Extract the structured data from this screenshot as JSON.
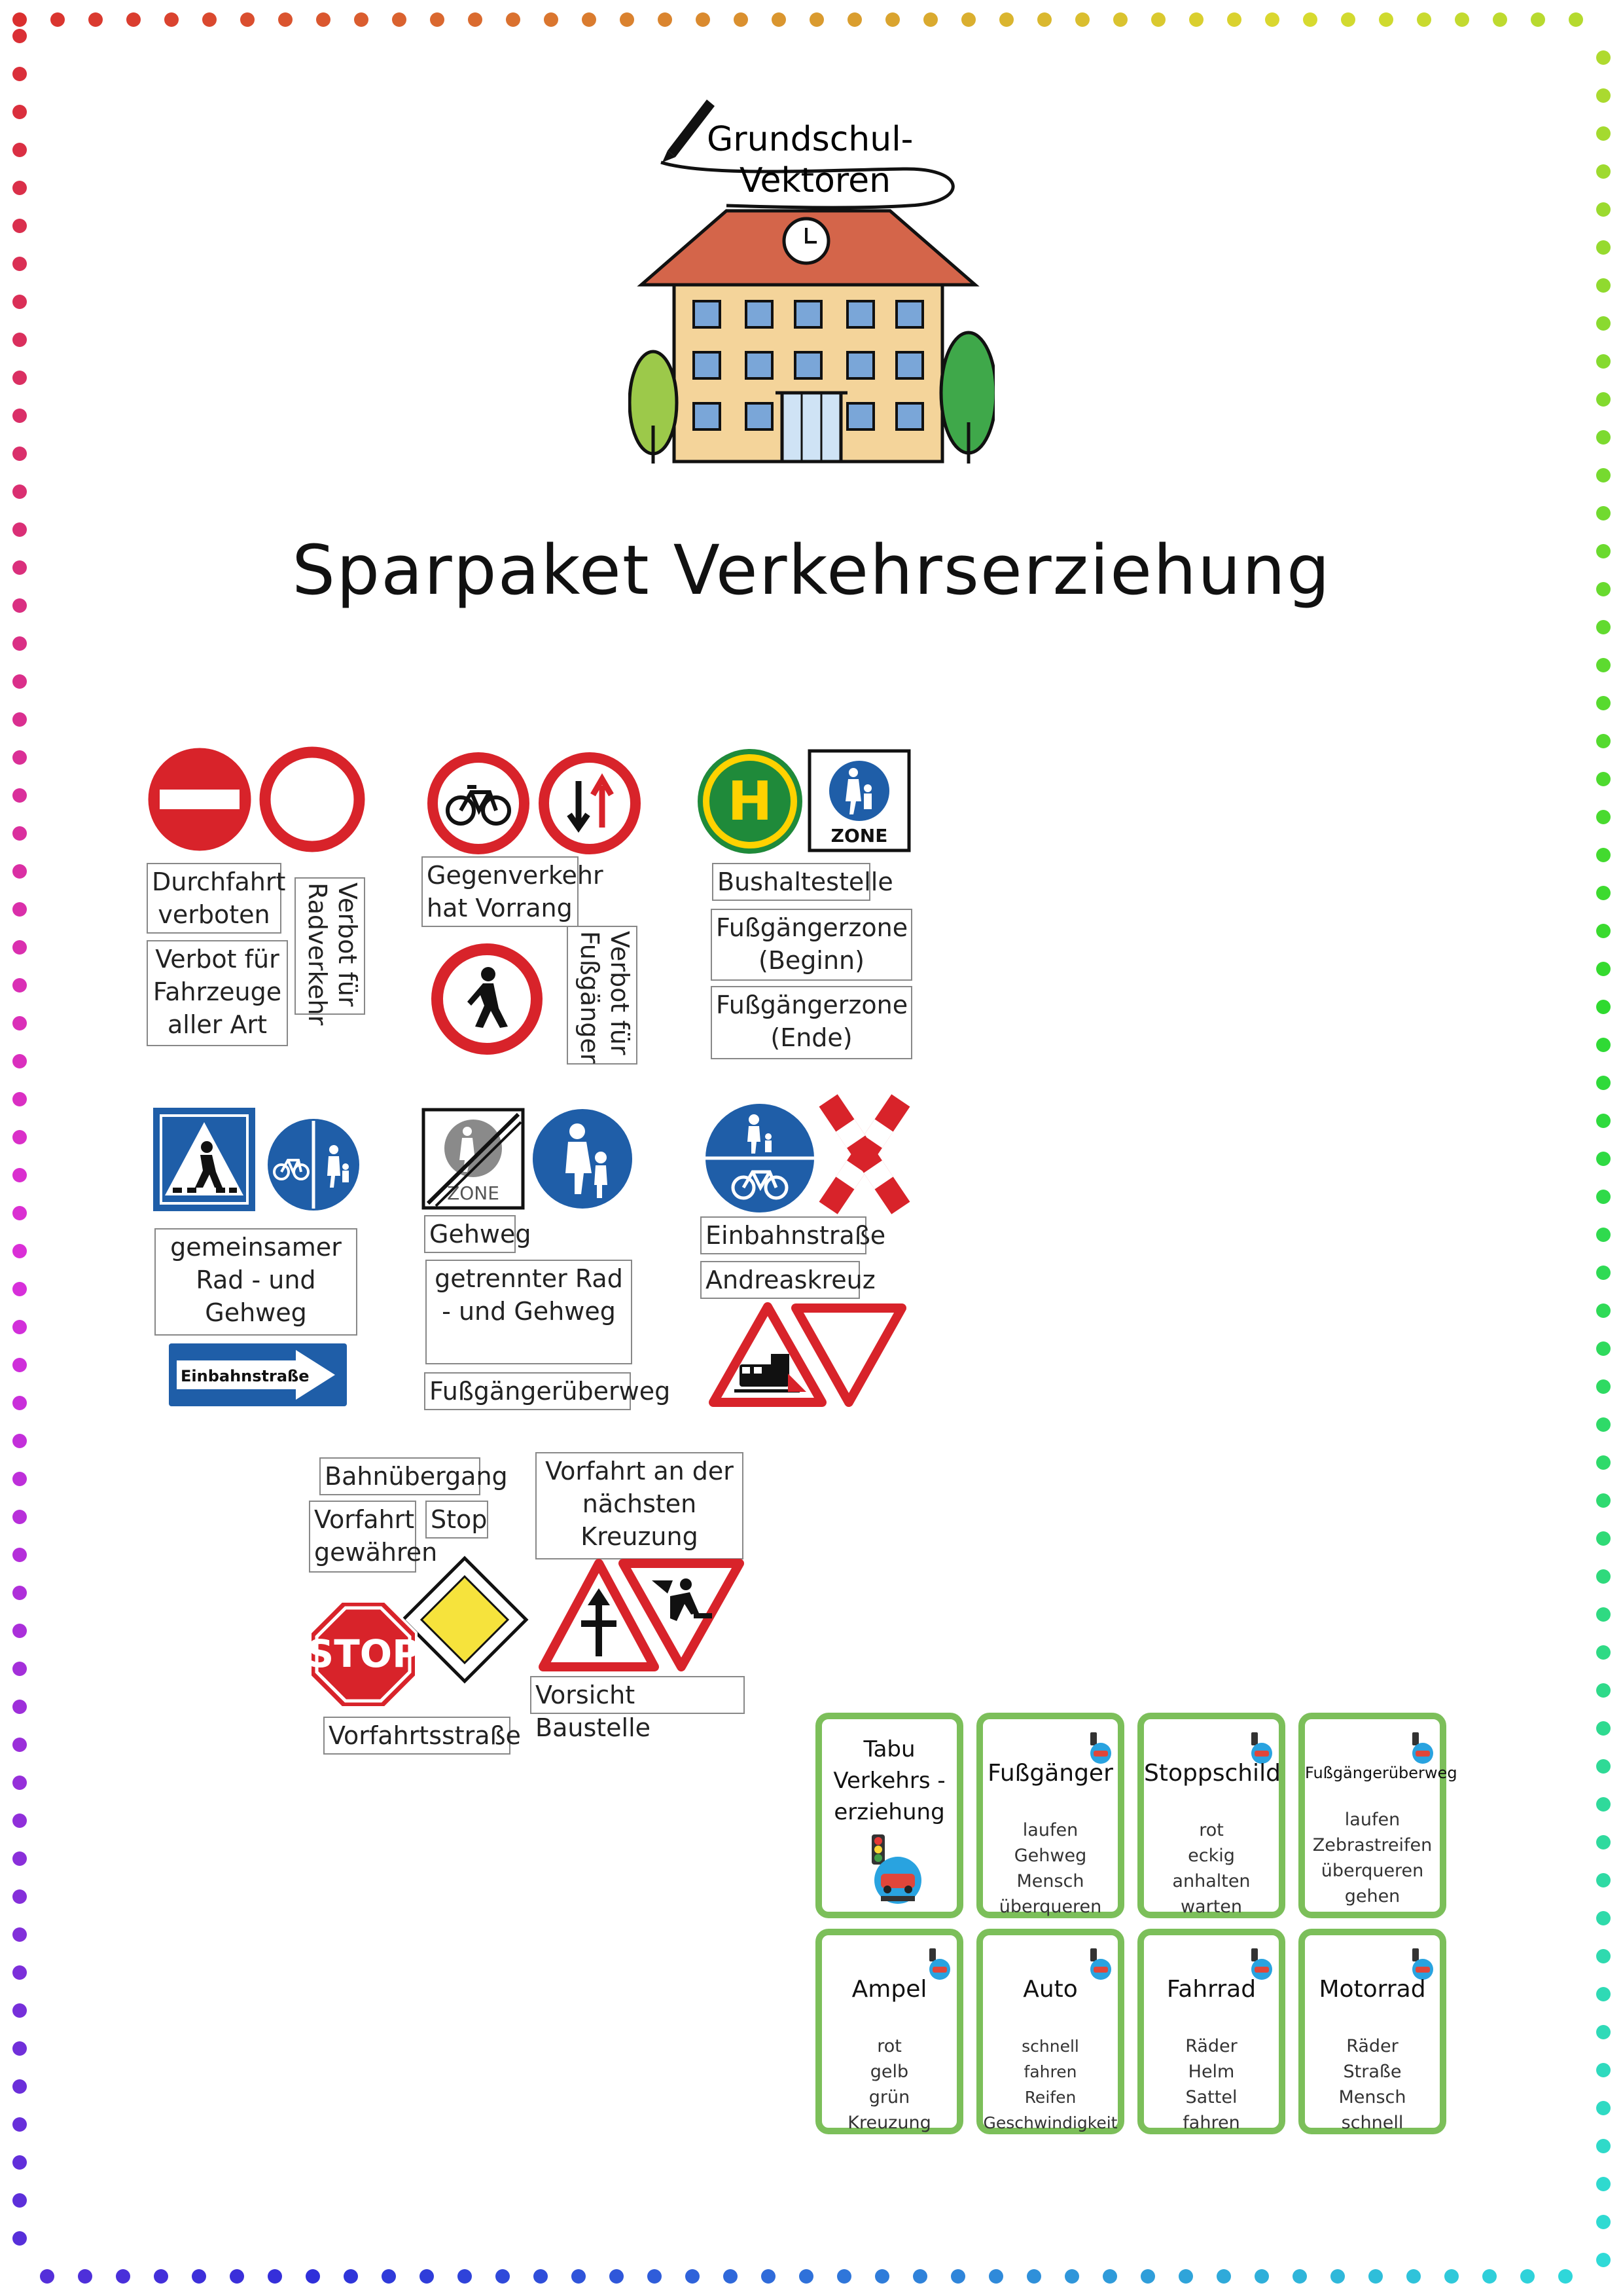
{
  "logo": {
    "line1": "Grundschul-",
    "line2": "Vektoren"
  },
  "title": "Sparpaket Verkehrserziehung",
  "signs": {
    "einbahn_board_text": "Einbahnstraße",
    "zone_text": "ZONE",
    "stop_text": "STOP",
    "bus_letter": "H"
  },
  "labels": {
    "durchfahrt": "Durchfahrt verboten",
    "verbot_fahrzeuge": "Verbot für Fahrzeuge aller Art",
    "verbot_rad": "Verbot für Radverkehr",
    "gegenverkehr": "Gegenverkehr hat Vorrang",
    "verbot_fuss": "Verbot für Fußgänger",
    "bushalt": "Bushaltestelle",
    "fz_beginn": "Fußgängerzone (Beginn)",
    "fz_ende": "Fußgängerzone (Ende)",
    "gemeinsam": "gemeinsamer Rad - und Gehweg",
    "gehweg": "Gehweg",
    "getrennt": "getrennter Rad - und Gehweg",
    "fuss_ueberweg": "Fußgängerüberweg",
    "einbahn": "Einbahnstraße",
    "andreas": "Andreaskreuz",
    "bahn": "Bahnübergang",
    "vorfahrt_gew": "Vorfahrt gewähren",
    "stop": "Stop",
    "vorfahrt_kreuz": "Vorfahrt an der nächsten Kreuzung",
    "baustelle": "Vorsicht Baustelle",
    "vorfahrtsstr": "Vorfahrtsstraße"
  },
  "cards": {
    "tabu": {
      "line1": "Tabu",
      "line2": "Verkehrs -",
      "line3": "erziehung"
    },
    "items": [
      {
        "title": "Fußgänger",
        "words": [
          "laufen",
          "Gehweg",
          "Mensch",
          "überqueren"
        ]
      },
      {
        "title": "Stoppschild",
        "words": [
          "rot",
          "eckig",
          "anhalten",
          "warten"
        ]
      },
      {
        "title": "Fußgängerüberweg",
        "words": [
          "laufen",
          "Zebrastreifen",
          "überqueren",
          "gehen"
        ]
      },
      {
        "title": "Ampel",
        "words": [
          "rot",
          "gelb",
          "grün",
          "Kreuzung"
        ]
      },
      {
        "title": "Auto",
        "words": [
          "schnell",
          "fahren",
          "Reifen",
          "Geschwindigkeit"
        ]
      },
      {
        "title": "Fahrrad",
        "words": [
          "Räder",
          "Helm",
          "Sattel",
          "fahren"
        ]
      },
      {
        "title": "Motorrad",
        "words": [
          "Räder",
          "Straße",
          "Mensch",
          "schnell"
        ]
      }
    ]
  },
  "colors": {
    "sign_red": "#d8232a",
    "sign_blue": "#1f5ea8",
    "card_green": "#7cbf5a",
    "roof": "#d4654a",
    "wall": "#f4d49a"
  }
}
